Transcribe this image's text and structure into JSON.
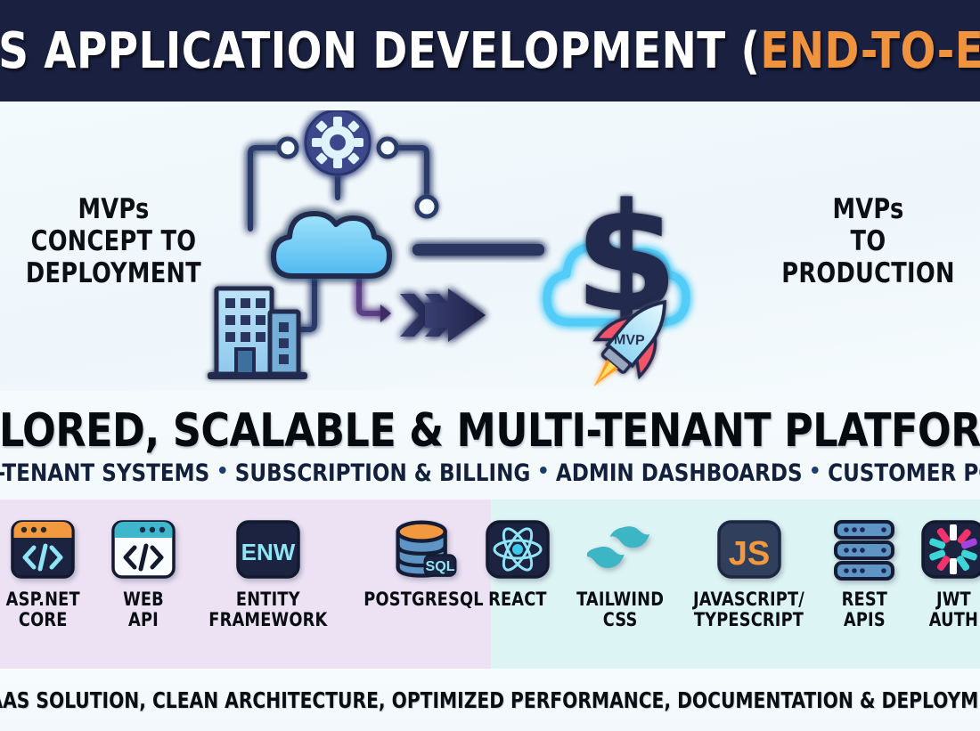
{
  "header": {
    "title_main": "SAaS APPLICATION DEVELOPMENT ",
    "title_paren_open": "(",
    "title_accent": "END-TO-END",
    "title_paren_close": ")",
    "bg_color": "#1a2040",
    "accent_color": "#f0933e"
  },
  "hero": {
    "left_label": "MVPs\nCONCEPT TO\nDEPLOYMENT",
    "right_label": "MVPs\nTO\nPRODUCTION",
    "rocket_badge": "MVP",
    "icons": [
      "gear-icon",
      "cloud-icon",
      "office-building-icon",
      "arrow-right-icon",
      "dollar-cloud-icon",
      "rocket-icon"
    ],
    "glow_color": "#46c8f5",
    "navy_color": "#222a4d"
  },
  "band": {
    "headline": "TAILORED, SCALABLE & MULTI-TENANT PLATFORMS",
    "bullets": [
      "MULTI-TENANT SYSTEMS",
      "SUBSCRIPTION & BILLING",
      "ADMIN DASHBOARDS",
      "CUSTOMER PORTALS"
    ],
    "bullet_color": "#1c3c6e"
  },
  "panels": {
    "left": {
      "bg_color": "#ece2f4",
      "items": [
        {
          "label": "ASP.NET CORE",
          "icon": "code-window-dark-icon"
        },
        {
          "label": "WEB API",
          "icon": "code-window-light-icon"
        },
        {
          "label": "ENTITY\nFRAMEWORK",
          "icon": "enw-badge-icon",
          "badge_text": "ENW"
        },
        {
          "label": "POSTGRESQL",
          "icon": "database-cylinder-icon",
          "badge_text": "SQL"
        }
      ]
    },
    "right": {
      "bg_color": "#ddf4f4",
      "items": [
        {
          "label": "REACT",
          "icon": "react-atom-icon"
        },
        {
          "label": "TAILWIND\nCSS",
          "icon": "tailwind-waves-icon"
        },
        {
          "label": "JAVASCRIPT/\nTYPESCRIPT",
          "icon": "javascript-icon",
          "badge_text": "JS"
        },
        {
          "label": "REST\nAPIS",
          "icon": "server-rack-icon"
        },
        {
          "label": "JWT\nAUTH",
          "icon": "jwt-burst-icon"
        }
      ]
    }
  },
  "footer": {
    "text": "COMPLETE SAAS SOLUTION, CLEAN ARCHITECTURE, OPTIMIZED PERFORMANCE, DOCUMENTATION & DEPLOYMENT SUPPORT",
    "watermark": ""
  }
}
